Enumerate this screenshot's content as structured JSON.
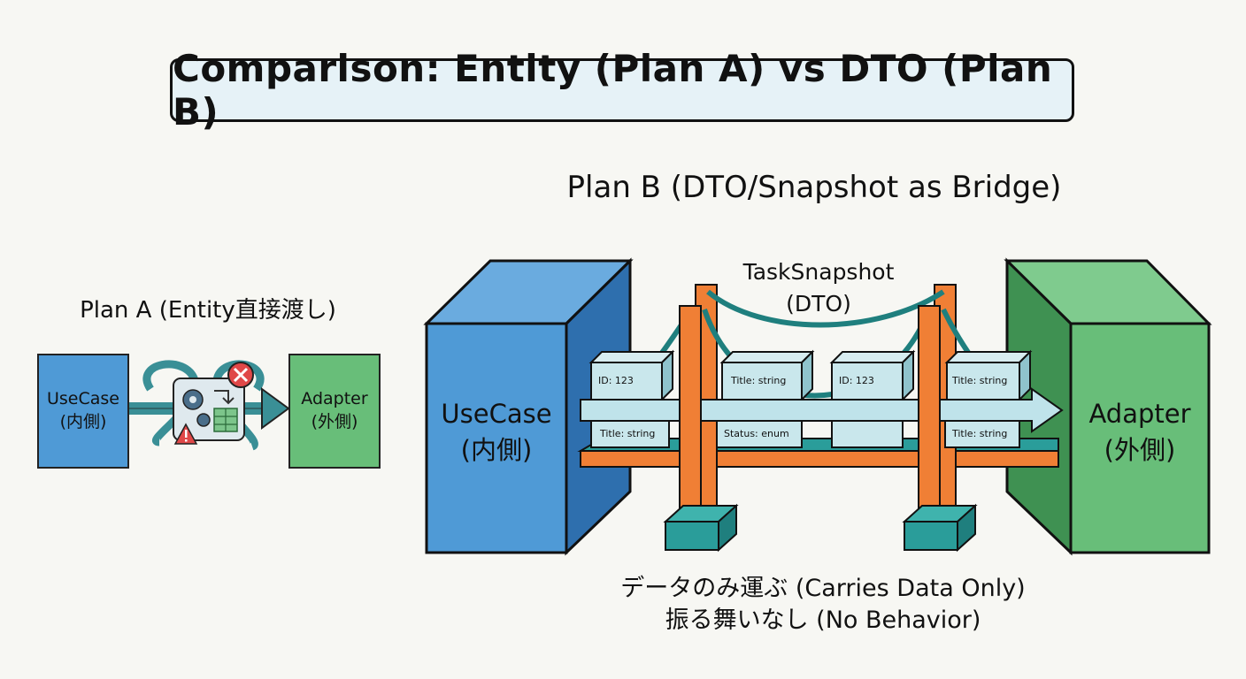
{
  "title": "Comparison: Entity (Plan A) vs DTO (Plan B)",
  "plan_a": {
    "heading": "Plan A (Entity直接渡し)",
    "usecase": {
      "line1": "UseCase",
      "line2": "(内側)"
    },
    "adapter": {
      "line1": "Adapter",
      "line2": "(外側)"
    }
  },
  "plan_b": {
    "heading": "Plan B (DTO/Snapshot as Bridge)",
    "usecase": {
      "line1": "UseCase",
      "line2": "(内側)"
    },
    "adapter": {
      "line1": "Adapter",
      "line2": "(外側)"
    },
    "snapshot": {
      "line1": "TaskSnapshot",
      "line2": "(DTO)"
    },
    "packets": {
      "p1_top": "ID: 123",
      "p1_bottom": "Title: string",
      "p2_top": "Title: string",
      "p2_bottom": "Status: enum",
      "p3_top": "ID: 123",
      "p4_top": "Title: string",
      "p4_bottom": "Title: string"
    },
    "caption_line1": "データのみ運ぶ (Carries Data Only)",
    "caption_line2": "振る舞いなし (No Behavior)"
  },
  "colors": {
    "usecase_blue": "#4f9ad6",
    "adapter_green": "#68be79",
    "bridge_orange": "#f07f35",
    "bridge_teal": "#2a9d9a",
    "warning_red": "#e04848"
  }
}
